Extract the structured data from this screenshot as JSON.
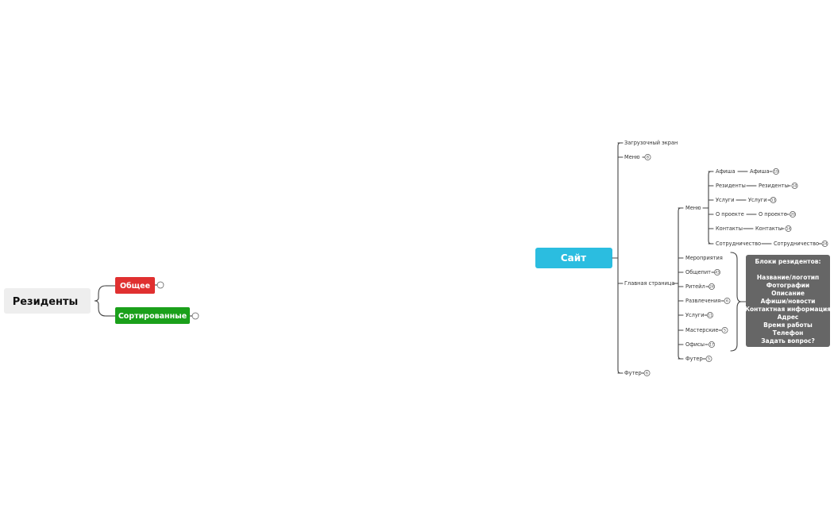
{
  "left_map": {
    "root": "Резиденты",
    "branches": [
      {
        "label": "Общее",
        "color": "#e03030"
      },
      {
        "label": "Сортированные",
        "color": "#1aa01a"
      }
    ]
  },
  "right_map": {
    "root": "Сайт",
    "root_color": "#2bbde0",
    "level1": [
      {
        "label": "Загрузочный экран"
      },
      {
        "label": "Меню",
        "badge": "8"
      },
      {
        "label": "Главная страница"
      },
      {
        "label": "Футер",
        "badge": "6"
      }
    ],
    "main_children": [
      {
        "label": "Меню"
      },
      {
        "label": "Мероприятия"
      },
      {
        "label": "Общепит",
        "badge": "43"
      },
      {
        "label": "Ритейл",
        "badge": "24"
      },
      {
        "label": "Развлечения",
        "badge": "6"
      },
      {
        "label": "Услуги",
        "badge": "11"
      },
      {
        "label": "Мастерские",
        "badge": "5"
      },
      {
        "label": "Офисы",
        "badge": "17"
      },
      {
        "label": "Футер",
        "badge": "5"
      }
    ],
    "menu_children": [
      {
        "label": "Афиша",
        "sub": "Афиша",
        "badge": "19"
      },
      {
        "label": "Резиденты",
        "sub": "Резиденты",
        "badge": "10"
      },
      {
        "label": "Услуги",
        "sub": "Услуги",
        "badge": "13"
      },
      {
        "label": "О проекте",
        "sub": "О проекте",
        "badge": "20"
      },
      {
        "label": "Контакты",
        "sub": "Контакты",
        "badge": "14"
      },
      {
        "label": "Сотрудничество",
        "sub": "Сотрудничество",
        "badge": "24"
      }
    ],
    "callout": {
      "title": "Блоки резидентов:",
      "lines": [
        "Название/логотип",
        "Фотографии",
        "Описание",
        "Афиши/новости",
        "Контактная информация",
        "Адрес",
        "Время работы",
        "Телефон",
        "Задать вопрос?"
      ],
      "color": "#666666"
    }
  }
}
